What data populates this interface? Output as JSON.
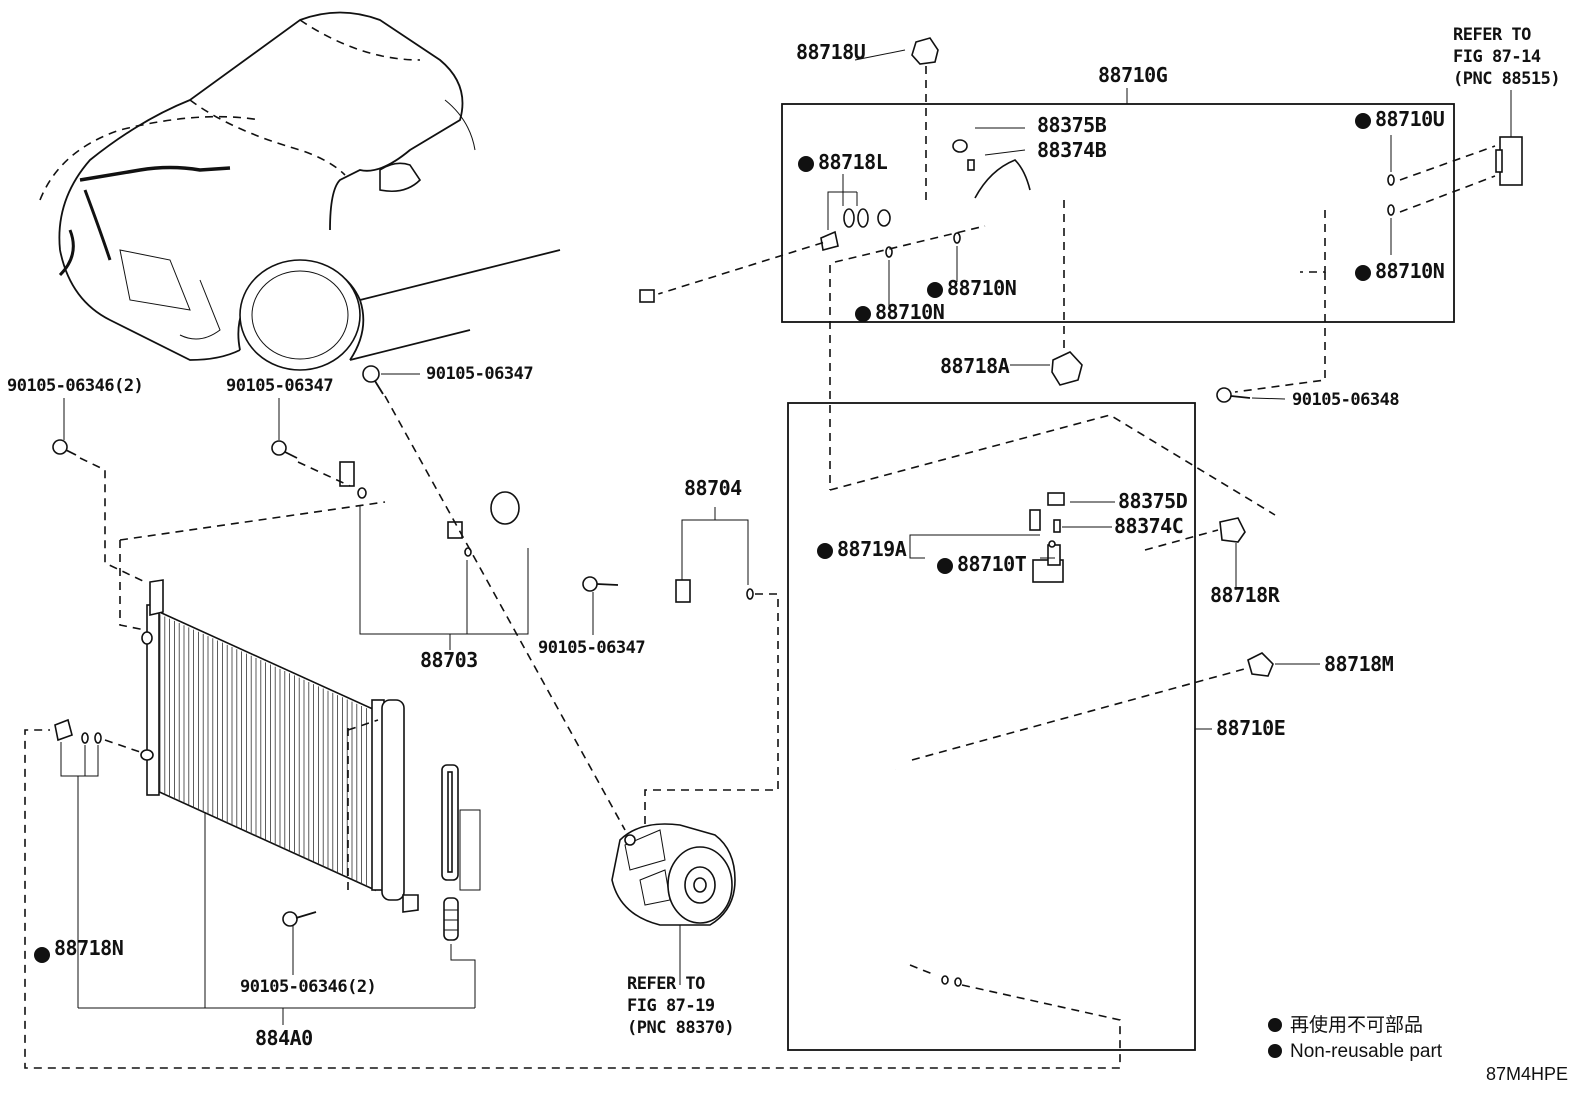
{
  "parts": {
    "p88718U": "88718U",
    "p88710G": "88710G",
    "p88375B": "88375B",
    "p88374B": "88374B",
    "p88718L": "88718L",
    "p88710U": "88710U",
    "p88710N_a": "88710N",
    "p88710N_b": "88710N",
    "p88710N_c": "88710N",
    "p88718A": "88718A",
    "p88375D": "88375D",
    "p88374C": "88374C",
    "p88719A": "88719A",
    "p88710T": "88710T",
    "p88718R": "88718R",
    "p88718M": "88718M",
    "p88710E": "88710E",
    "p88704": "88704",
    "p88703": "88703",
    "p88718N": "88718N",
    "p884A0": "884A0",
    "bolt_06346_a": "90105-06346(2)",
    "bolt_06347_a": "90105-06347",
    "bolt_06347_b": "90105-06347",
    "bolt_06347_c": "90105-06347",
    "bolt_06348": "90105-06348",
    "bolt_06346_b": "90105-06346(2)"
  },
  "refs": {
    "top_right": [
      "REFER TO",
      "FIG 87-14",
      "(PNC 88515)"
    ],
    "compressor": [
      "REFER TO",
      "FIG 87-19",
      "(PNC 88370)"
    ]
  },
  "legend": {
    "item1": "再使用不可部品",
    "item2": "Non-reusable part"
  },
  "diagram_code": "87M4HPE"
}
